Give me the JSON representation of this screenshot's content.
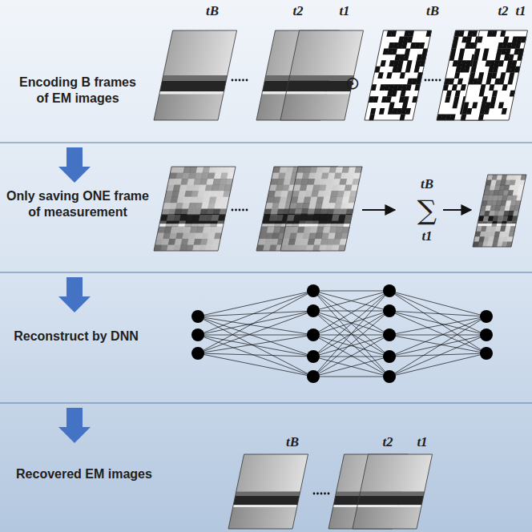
{
  "diagram": {
    "labels": [
      "Encoding B frames of EM images",
      "tB",
      "t2",
      "t1",
      "⊙",
      "tB",
      "t2",
      "t1",
      "Only saving ONE frame of measurement",
      "tB",
      "∑",
      "t1",
      "Reconstruct by DNN",
      "Recovered EM images",
      "tB",
      "t2",
      "t1"
    ]
  }
}
